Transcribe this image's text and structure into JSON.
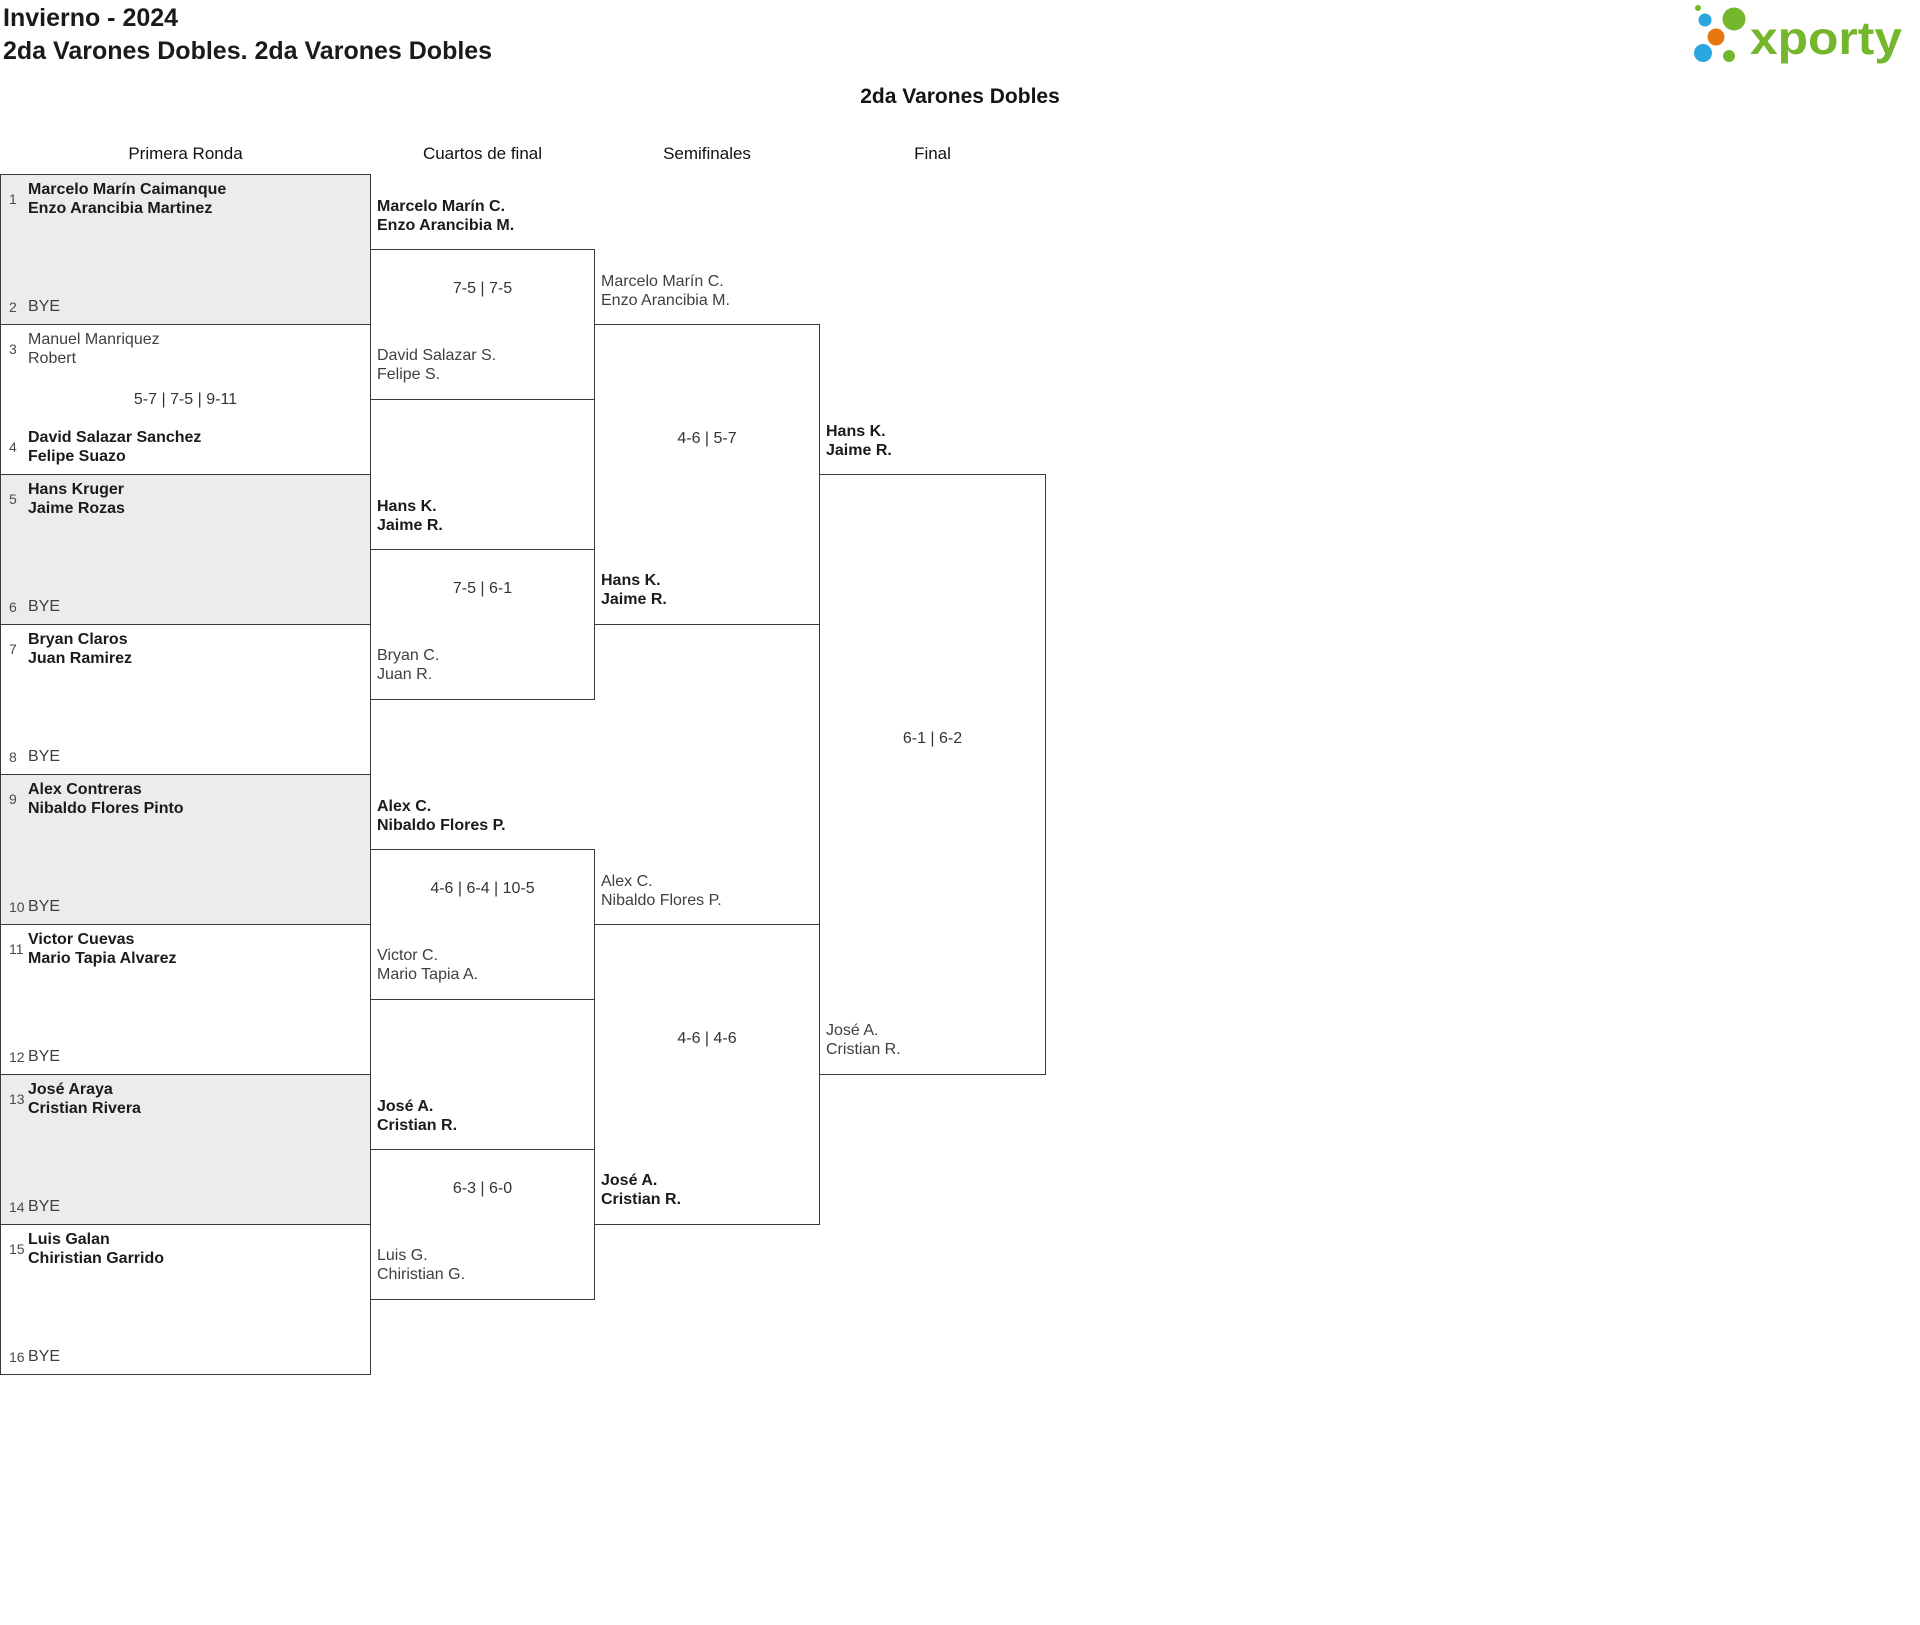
{
  "header": {
    "title": "Invierno - 2024",
    "subtitle": "2da Varones Dobles. 2da Varones Dobles",
    "bracket_title": "2da Varones Dobles",
    "logo_text": "xporty"
  },
  "colors": {
    "logo_green": "#74B62C",
    "logo_blue": "#2BA7E0",
    "logo_orange": "#E8780E",
    "box_shade": "#ECECEC",
    "box_border": "#3A3A3A"
  },
  "rounds": [
    {
      "label": "Primera Ronda"
    },
    {
      "label": "Cuartos de final"
    },
    {
      "label": "Semifinales"
    },
    {
      "label": "Final"
    }
  ],
  "r1": [
    {
      "seedA": "1",
      "a1": "Marcelo Marín Caimanque",
      "a2": "Enzo Arancibia Martinez",
      "seedB": "2",
      "b1": "BYE",
      "b2": "",
      "score": "",
      "winner": "top"
    },
    {
      "seedA": "3",
      "a1": "Manuel Manriquez",
      "a2": "Robert",
      "seedB": "4",
      "b1": "David Salazar Sanchez",
      "b2": "Felipe Suazo",
      "score": "5-7 | 7-5 | 9-11",
      "winner": "bottom"
    },
    {
      "seedA": "5",
      "a1": "Hans Kruger",
      "a2": "Jaime Rozas",
      "seedB": "6",
      "b1": "BYE",
      "b2": "",
      "score": "",
      "winner": "top"
    },
    {
      "seedA": "7",
      "a1": "Bryan Claros",
      "a2": "Juan Ramirez",
      "seedB": "8",
      "b1": "BYE",
      "b2": "",
      "score": "",
      "winner": "top"
    },
    {
      "seedA": "9",
      "a1": "Alex Contreras",
      "a2": "Nibaldo Flores Pinto",
      "seedB": "10",
      "b1": "BYE",
      "b2": "",
      "score": "",
      "winner": "top"
    },
    {
      "seedA": "11",
      "a1": "Victor Cuevas",
      "a2": "Mario Tapia Alvarez",
      "seedB": "12",
      "b1": "BYE",
      "b2": "",
      "score": "",
      "winner": "top"
    },
    {
      "seedA": "13",
      "a1": "José Araya",
      "a2": "Cristian Rivera",
      "seedB": "14",
      "b1": "BYE",
      "b2": "",
      "score": "",
      "winner": "top"
    },
    {
      "seedA": "15",
      "a1": "Luis Galan",
      "a2": "Chiristian Garrido",
      "seedB": "16",
      "b1": "BYE",
      "b2": "",
      "score": "",
      "winner": "top"
    }
  ],
  "qf": [
    {
      "top1": "Marcelo Marín C.",
      "top2": "Enzo Arancibia M.",
      "bottom1": "David Salazar S.",
      "bottom2": "Felipe S.",
      "score": "7-5 | 7-5",
      "winner": "top"
    },
    {
      "top1": "Hans K.",
      "top2": "Jaime R.",
      "bottom1": "Bryan C.",
      "bottom2": "Juan R.",
      "score": "7-5 | 6-1",
      "winner": "top"
    },
    {
      "top1": "Alex C.",
      "top2": "Nibaldo Flores P.",
      "bottom1": "Victor C.",
      "bottom2": "Mario Tapia A.",
      "score": "4-6 | 6-4 | 10-5",
      "winner": "top"
    },
    {
      "top1": "José A.",
      "top2": "Cristian R.",
      "bottom1": "Luis G.",
      "bottom2": "Chiristian G.",
      "score": "6-3 | 6-0",
      "winner": "top"
    }
  ],
  "sf": [
    {
      "top1": "Marcelo Marín C.",
      "top2": "Enzo Arancibia M.",
      "bottom1": "Hans K.",
      "bottom2": "Jaime R.",
      "score": "4-6 | 5-7",
      "winner": "bottom"
    },
    {
      "top1": "Alex C.",
      "top2": "Nibaldo Flores P.",
      "bottom1": "José A.",
      "bottom2": "Cristian R.",
      "score": "4-6 | 4-6",
      "winner": "bottom"
    }
  ],
  "final": {
    "top1": "Hans K.",
    "top2": "Jaime R.",
    "bottom1": "José A.",
    "bottom2": "Cristian R.",
    "score": "6-1 | 6-2",
    "winner": "top"
  }
}
